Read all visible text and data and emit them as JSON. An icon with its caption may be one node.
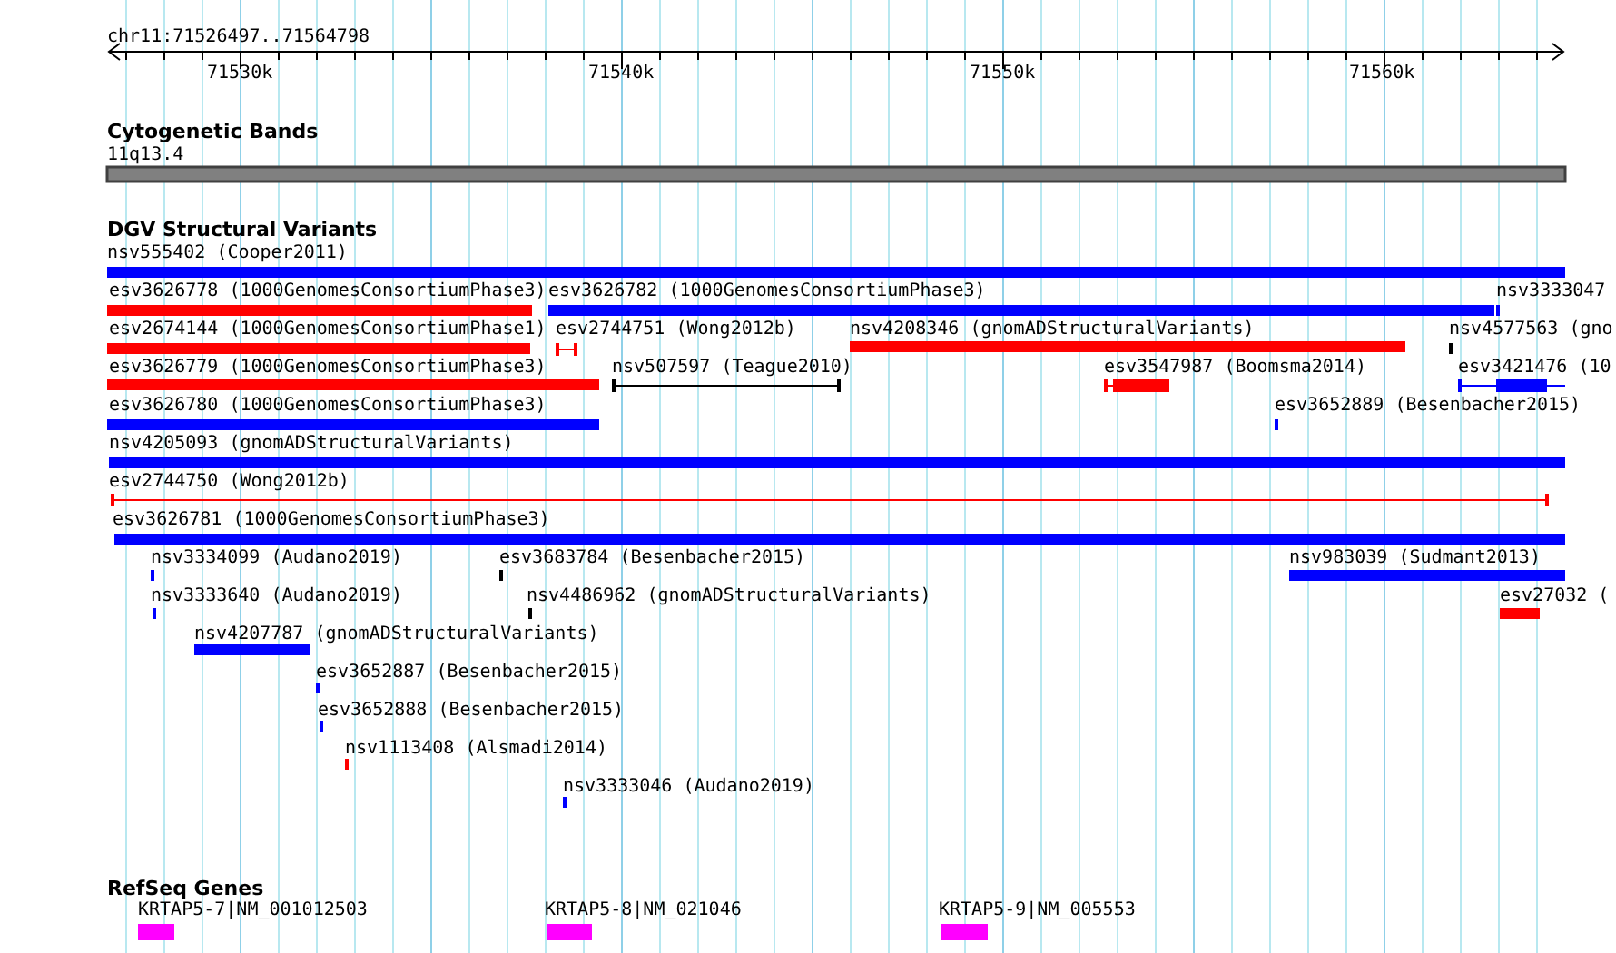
{
  "diagram": {
    "labels": [
      "chr11:71526497..71564798",
      "71530k",
      "71540k",
      "71550k",
      "71560k",
      "Cytogenetic Bands",
      "11q13.4",
      "DGV Structural Variants",
      "nsv555402 (Cooper2011)",
      "esv3626778 (1000GenomesConsortiumPhase3)",
      "esv3626782 (1000GenomesConsortiumPhase3)",
      "nsv3333047",
      "esv2674144 (1000GenomesConsortiumPhase1)",
      "esv2744751 (Wong2012b)",
      "nsv4208346 (gnomADStructuralVariants)",
      "nsv4577563 (gno",
      "esv3626779 (1000GenomesConsortiumPhase3)",
      "nsv507597 (Teague2010)",
      "esv3547987 (Boomsma2014)",
      "esv3421476 (10",
      "esv3626780 (1000GenomesConsortiumPhase3)",
      "esv3652889 (Besenbacher2015)",
      "nsv4205093 (gnomADStructuralVariants)",
      "esv2744750 (Wong2012b)",
      "esv3626781 (1000GenomesConsortiumPhase3)",
      "nsv3334099 (Audano2019)",
      "esv3683784 (Besenbacher2015)",
      "nsv983039 (Sudmant2013)",
      "nsv3333640 (Audano2019)",
      "nsv4486962 (gnomADStructuralVariants)",
      "esv27032 (",
      "nsv4207787 (gnomADStructuralVariants)",
      "esv3652887 (Besenbacher2015)",
      "esv3652888 (Besenbacher2015)",
      "nsv1113408 (Alsmadi2014)",
      "nsv3333046 (Audano2019)",
      "RefSeq Genes",
      "KRTAP5-7|NM_001012503",
      "KRTAP5-8|NM_021046",
      "KRTAP5-9|NM_005553"
    ]
  }
}
